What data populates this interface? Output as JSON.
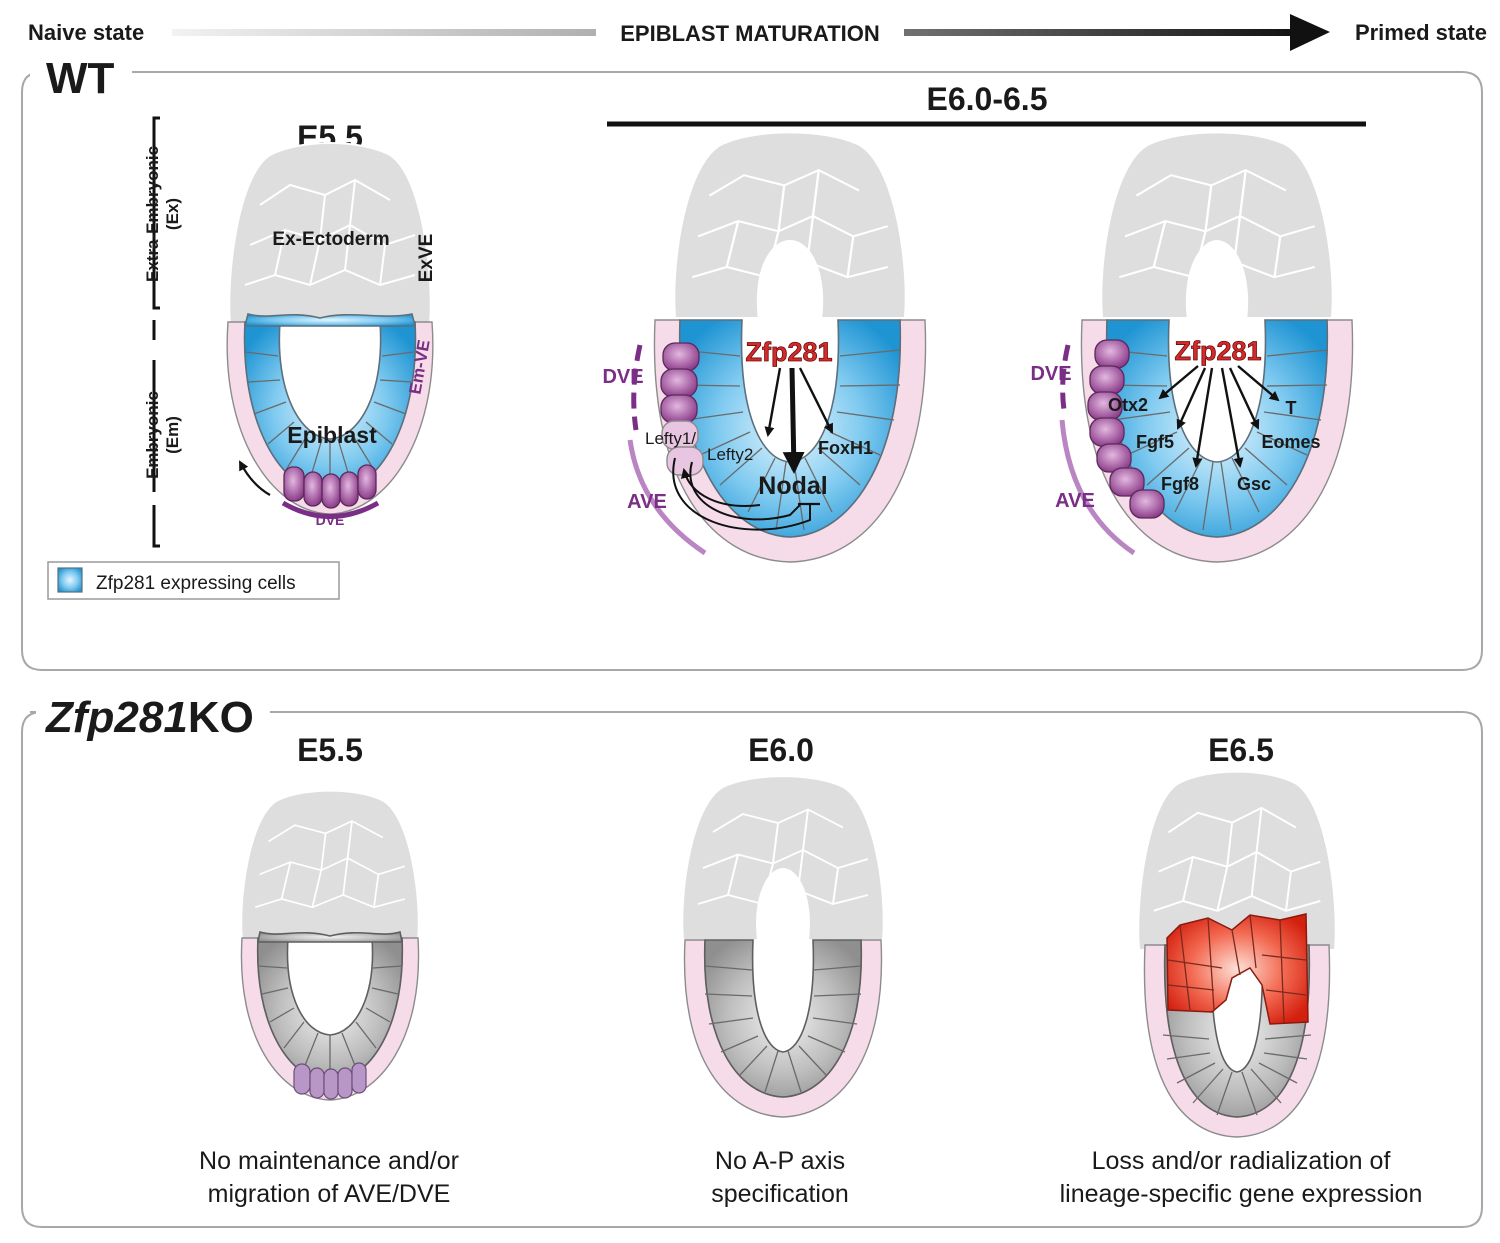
{
  "header": {
    "left_label": "Naive state",
    "center_label": "EPIBLAST MATURATION",
    "right_label": "Primed state"
  },
  "wt": {
    "panel_title": "WT",
    "e55": {
      "stage": "E5.5",
      "ex_ectoderm": "Ex-Ectoderm",
      "exve": "ExVE",
      "em_ve": "Em-VE",
      "epiblast": "Epiblast",
      "dve": "DVE"
    },
    "axis": {
      "extra_embryonic": "Extra-Embryonic",
      "extra_embryonic_abbr": "(Ex)",
      "embryonic": "Embryonic",
      "embryonic_abbr": "(Em)"
    },
    "legend": {
      "label": "Zfp281 expressing cells"
    },
    "e60_65": {
      "stage": "E6.0-6.5",
      "left": {
        "zfp281": "Zfp281",
        "dve": "DVE",
        "ave": "AVE",
        "lefty1": "Lefty1/",
        "lefty2": "Lefty2",
        "foxh1": "FoxH1",
        "nodal": "Nodal"
      },
      "right": {
        "zfp281": "Zfp281",
        "dve": "DVE",
        "ave": "AVE",
        "otx2": "Otx2",
        "t": "T",
        "fgf5": "Fgf5",
        "eomes": "Eomes",
        "fgf8": "Fgf8",
        "gsc": "Gsc"
      }
    }
  },
  "ko": {
    "panel_title_italic": "Zfp281",
    "panel_title_suffix": "KO",
    "e55": {
      "stage": "E5.5",
      "caption_line1": "No maintenance and/or",
      "caption_line2": "migration of AVE/DVE"
    },
    "e60": {
      "stage": "E6.0",
      "caption_line1": "No A-P axis",
      "caption_line2": "specification"
    },
    "e65": {
      "stage": "E6.5",
      "caption_line1": "Loss and/or radialization of",
      "caption_line2": "lineage-specific gene expression"
    }
  },
  "colors": {
    "zfp281_blue": "#3fa9dc",
    "epiblast_gray": "#a9a9a9",
    "ve_pink": "#f6dbe8",
    "dve_purple": "#9d4f9c",
    "label_purple": "#7a2e86",
    "zfp281_red": "#d42a2a",
    "ko_red": "#e5301e",
    "extraembryonic_gray": "#dedede"
  }
}
